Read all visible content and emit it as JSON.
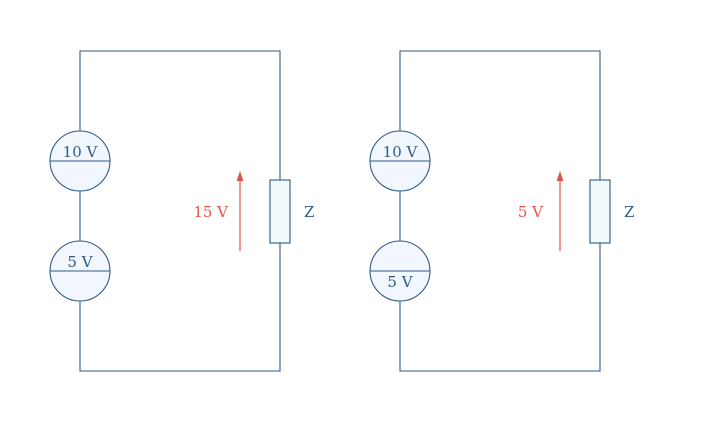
{
  "colors": {
    "wire": "#2f5a87",
    "source_fill": "#f2f7fd",
    "impedance_fill": "#f2fbfb",
    "voltage_arrow": "#e0554b"
  },
  "circuits": [
    {
      "source_top": {
        "label": "10 V",
        "polarity": "plus-up"
      },
      "source_bottom": {
        "label": "5 V",
        "polarity": "plus-up"
      },
      "voltage_label": "15 V",
      "impedance_label": "Z"
    },
    {
      "source_top": {
        "label": "10 V",
        "polarity": "plus-up"
      },
      "source_bottom": {
        "label": "5 V",
        "polarity": "plus-down"
      },
      "voltage_label": "5 V",
      "impedance_label": "Z"
    }
  ]
}
